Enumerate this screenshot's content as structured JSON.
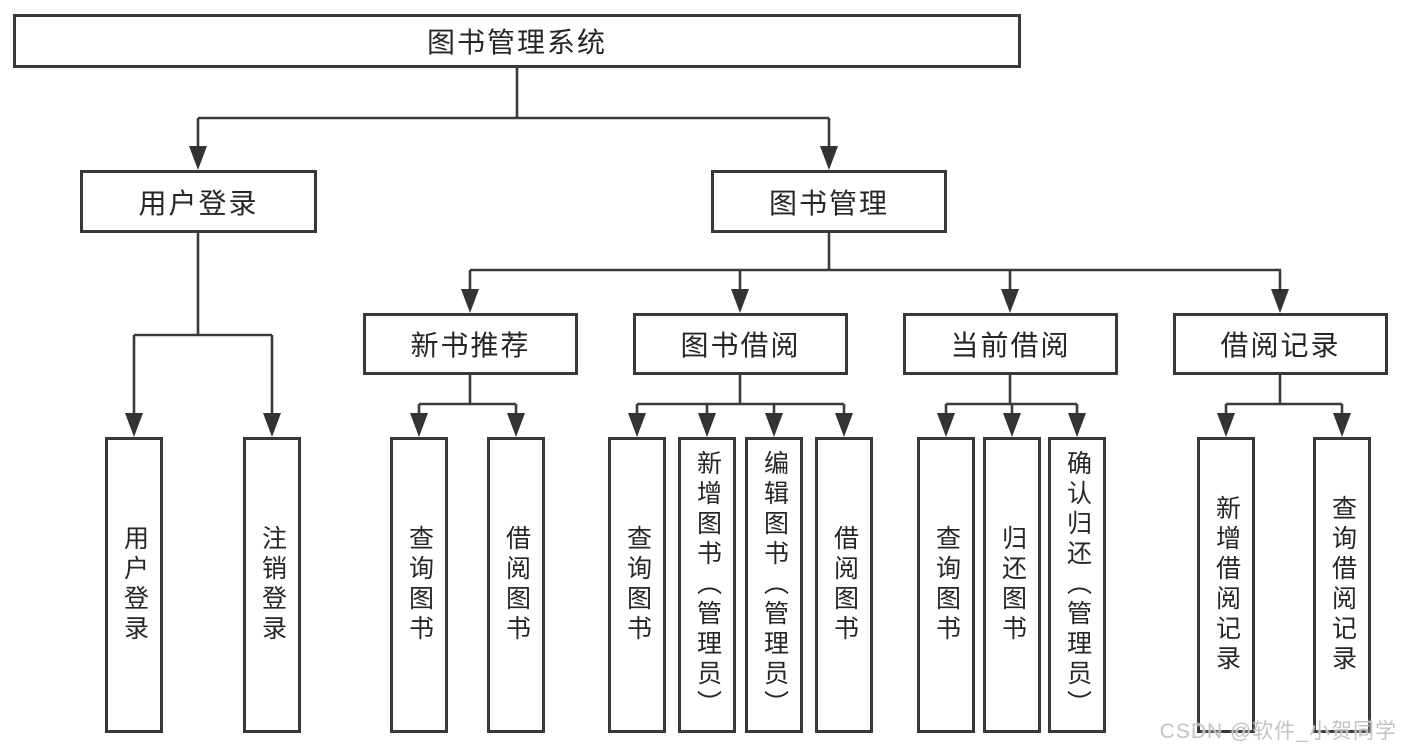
{
  "tree": {
    "root": "图书管理系统",
    "branches": [
      {
        "label": "用户登录",
        "children": [
          "用户登录",
          "注销登录"
        ]
      },
      {
        "label": "图书管理",
        "groups": [
          {
            "label": "新书推荐",
            "children": [
              "查询图书",
              "借阅图书"
            ]
          },
          {
            "label": "图书借阅",
            "children": [
              "查询图书",
              "新增图书（管理员）",
              "编辑图书（管理员）",
              "借阅图书"
            ]
          },
          {
            "label": "当前借阅",
            "children": [
              "查询图书",
              "归还图书",
              "确认归还（管理员）"
            ]
          },
          {
            "label": "借阅记录",
            "children": [
              "新增借阅记录",
              "查询借阅记录"
            ]
          }
        ]
      }
    ]
  },
  "watermark": "CSDN @软件_小贺同学",
  "colors": {
    "line": "#3a3a3a",
    "box_border": "#383838",
    "text": "#262626",
    "watermark": "#c7c2c2",
    "background": "#ffffff"
  }
}
